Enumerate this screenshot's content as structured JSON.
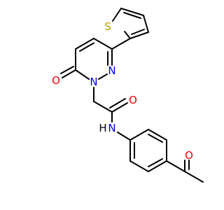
{
  "molecule": {
    "atoms": {
      "o_pyridazinone": "O",
      "n_ring_1": "N",
      "n_ring_2": "N",
      "s_thiophene": "S",
      "o_amide": "O",
      "n_amide": "N",
      "h_amide": "H",
      "o_ketone": "O"
    },
    "colors": {
      "bond": "#000000",
      "oxygen": "#ff0000",
      "nitrogen": "#0000ff",
      "sulfur": "#b8a000",
      "carbon_hydrogen": "#000000"
    }
  }
}
